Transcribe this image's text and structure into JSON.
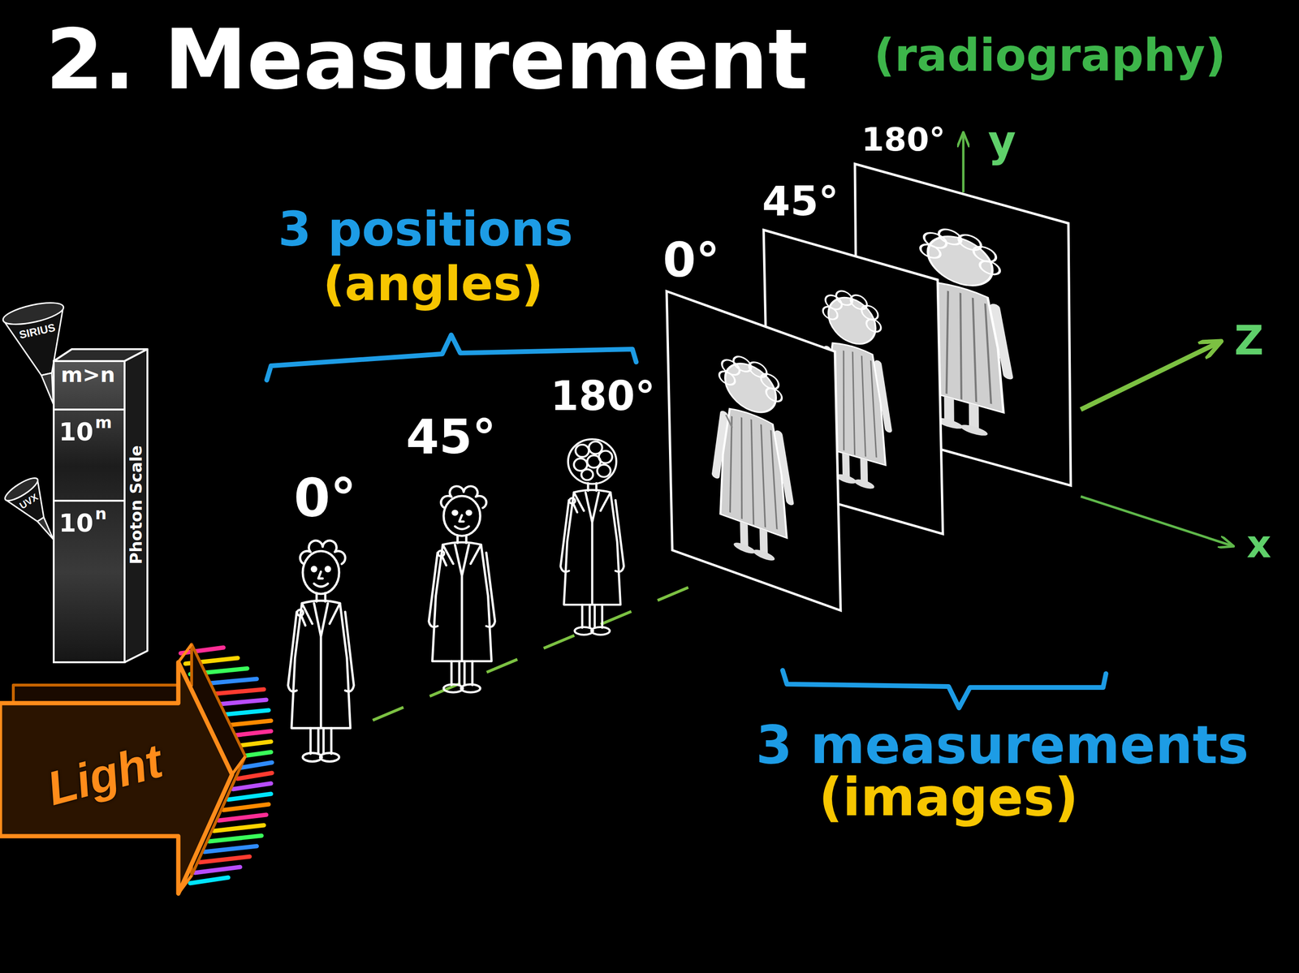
{
  "diagram": {
    "title": "2. Measurement",
    "nodes": [
      {
        "text": [
          "SIRIUS"
        ]
      },
      {
        "text": [
          "Photon Scale"
        ]
      },
      {
        "text": [
          "UVX"
        ]
      },
      {
        "text": [
          "Light"
        ]
      }
    ],
    "labels": [
      "(radiography)",
      "3 positions",
      "(angles)",
      "0°",
      "45°",
      "180°",
      "0°",
      "45°",
      "180°",
      "3 measurements",
      "(images)",
      "y",
      "Z",
      "x",
      "m>n",
      "10",
      "m",
      "10",
      "n"
    ]
  }
}
